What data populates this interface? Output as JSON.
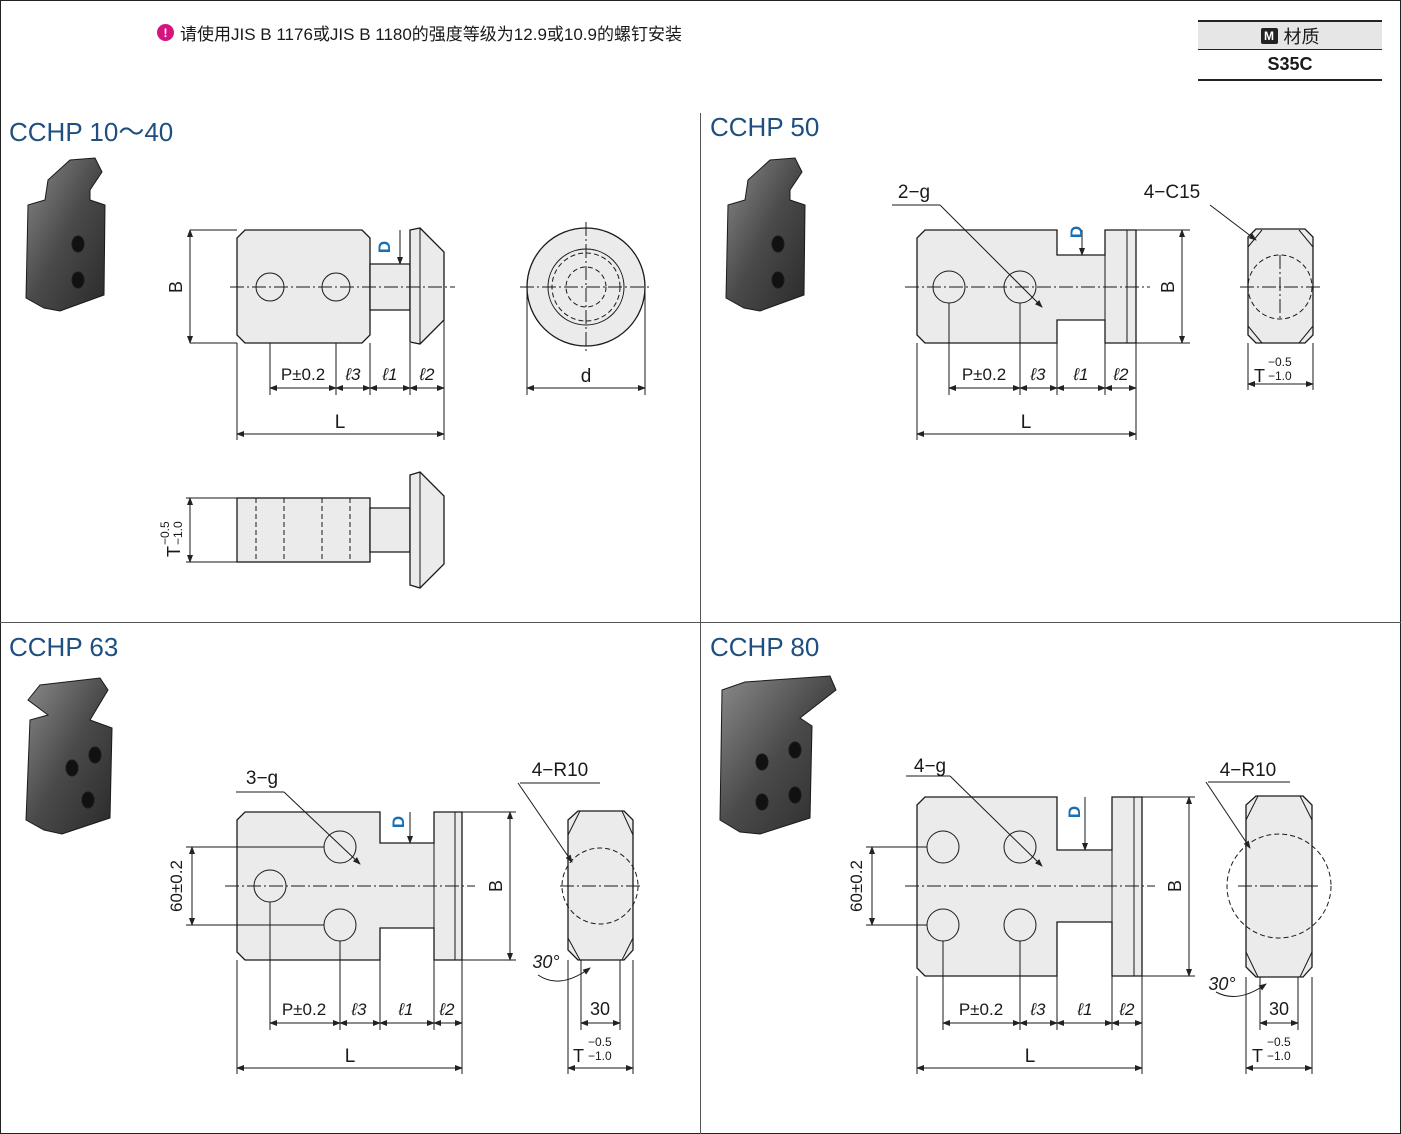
{
  "notice": {
    "icon": "alert-icon",
    "text": "请使用JIS B 1176或JIS B 1180的强度等级为12.9或10.9的螺钉安装"
  },
  "material": {
    "icon_letter": "M",
    "header": "材质",
    "value": "S35C"
  },
  "panels": [
    {
      "title": "CCHP 10～40"
    },
    {
      "title": "CCHP 50"
    },
    {
      "title": "CCHP 63"
    },
    {
      "title": "CCHP 80"
    }
  ],
  "labels": {
    "B": "B",
    "L": "L",
    "d": "d",
    "D": "D",
    "P": "P±0.2",
    "l1": "ℓ1",
    "l2": "ℓ2",
    "l3": "ℓ3",
    "T": "T",
    "T_upper": "−0.5",
    "T_lower": "−1.0",
    "g2": "2−g",
    "g3": "3−g",
    "g4": "4−g",
    "c15": "4−C15",
    "r10": "4−R10",
    "pitch60": "60±0.2",
    "angle30": "30°",
    "dim30": "30"
  },
  "colors": {
    "title": "#1e4f7f",
    "accent_D": "#1a6fb4",
    "part_fill": "#ebebeb",
    "notice_icon": "#d4147f"
  }
}
